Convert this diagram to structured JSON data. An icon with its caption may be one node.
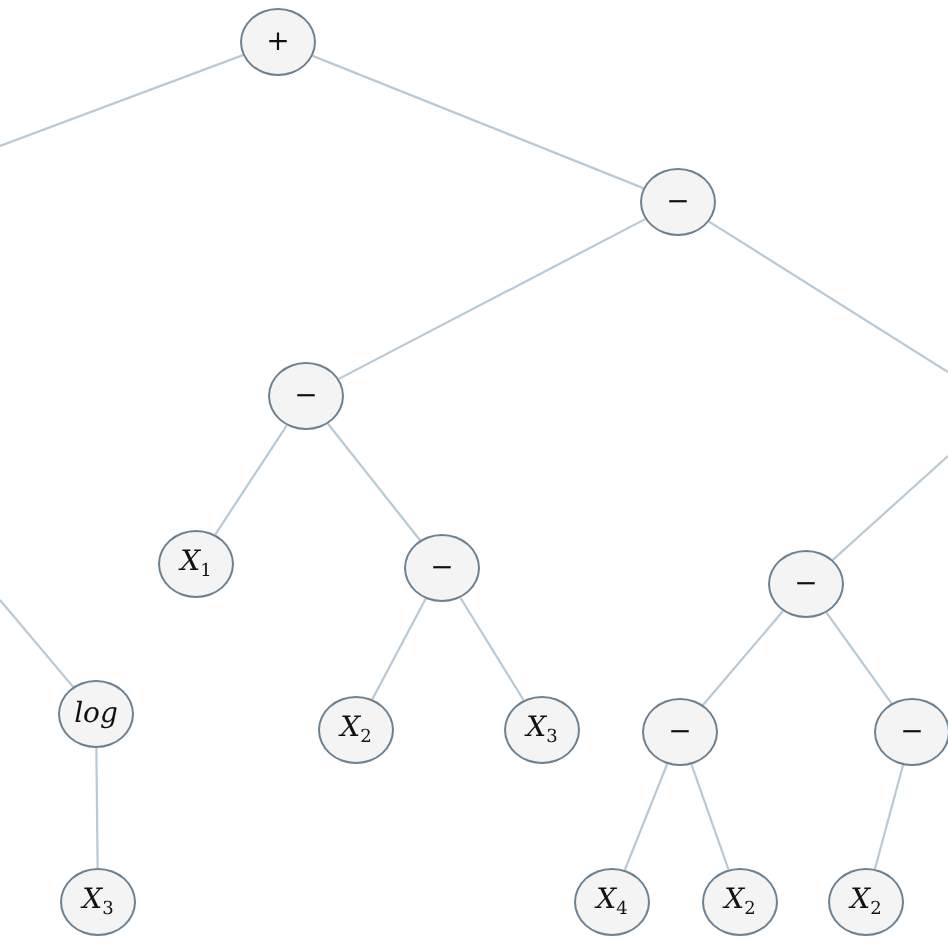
{
  "diagram": {
    "nodes": [
      {
        "text": [
          "+"
        ]
      },
      {
        "text": [
          "−"
        ]
      },
      {
        "text": [
          "−"
        ]
      },
      {
        "text": [
          "X$_{1}$"
        ]
      },
      {
        "text": [
          "−"
        ]
      },
      {
        "text": [
          "−"
        ]
      },
      {
        "text": [
          "log"
        ]
      },
      {
        "text": [
          "X$_{2}$"
        ]
      },
      {
        "text": [
          "X$_{3}$"
        ]
      },
      {
        "text": [
          "−"
        ]
      },
      {
        "text": [
          "−"
        ]
      },
      {
        "text": [
          "X$_{3}$"
        ]
      },
      {
        "text": [
          "X$_{4}$"
        ]
      },
      {
        "text": [
          "X$_{2}$"
        ]
      },
      {
        "text": [
          "X$_{2}$"
        ]
      }
    ],
    "edges": [
      {
        "from": 0,
        "to": null,
        "arrow": "none"
      },
      {
        "from": 0,
        "to": 1,
        "arrow": "none"
      },
      {
        "from": 1,
        "to": 2,
        "arrow": "none"
      },
      {
        "from": 1,
        "to": null,
        "arrow": "none"
      },
      {
        "from": 2,
        "to": 3,
        "arrow": "none"
      },
      {
        "from": 2,
        "to": 4,
        "arrow": "none"
      },
      {
        "from": null,
        "to": 5,
        "arrow": "none"
      },
      {
        "from": null,
        "to": 6,
        "arrow": "none"
      },
      {
        "from": 4,
        "to": 7,
        "arrow": "none"
      },
      {
        "from": 4,
        "to": 8,
        "arrow": "none"
      },
      {
        "from": 5,
        "to": 9,
        "arrow": "none"
      },
      {
        "from": 5,
        "to": 10,
        "arrow": "none"
      },
      {
        "from": 6,
        "to": 11,
        "arrow": "none"
      },
      {
        "from": 9,
        "to": 12,
        "arrow": "none"
      },
      {
        "from": 9,
        "to": 13,
        "arrow": "none"
      },
      {
        "from": 10,
        "to": 14,
        "arrow": "none"
      }
    ]
  }
}
